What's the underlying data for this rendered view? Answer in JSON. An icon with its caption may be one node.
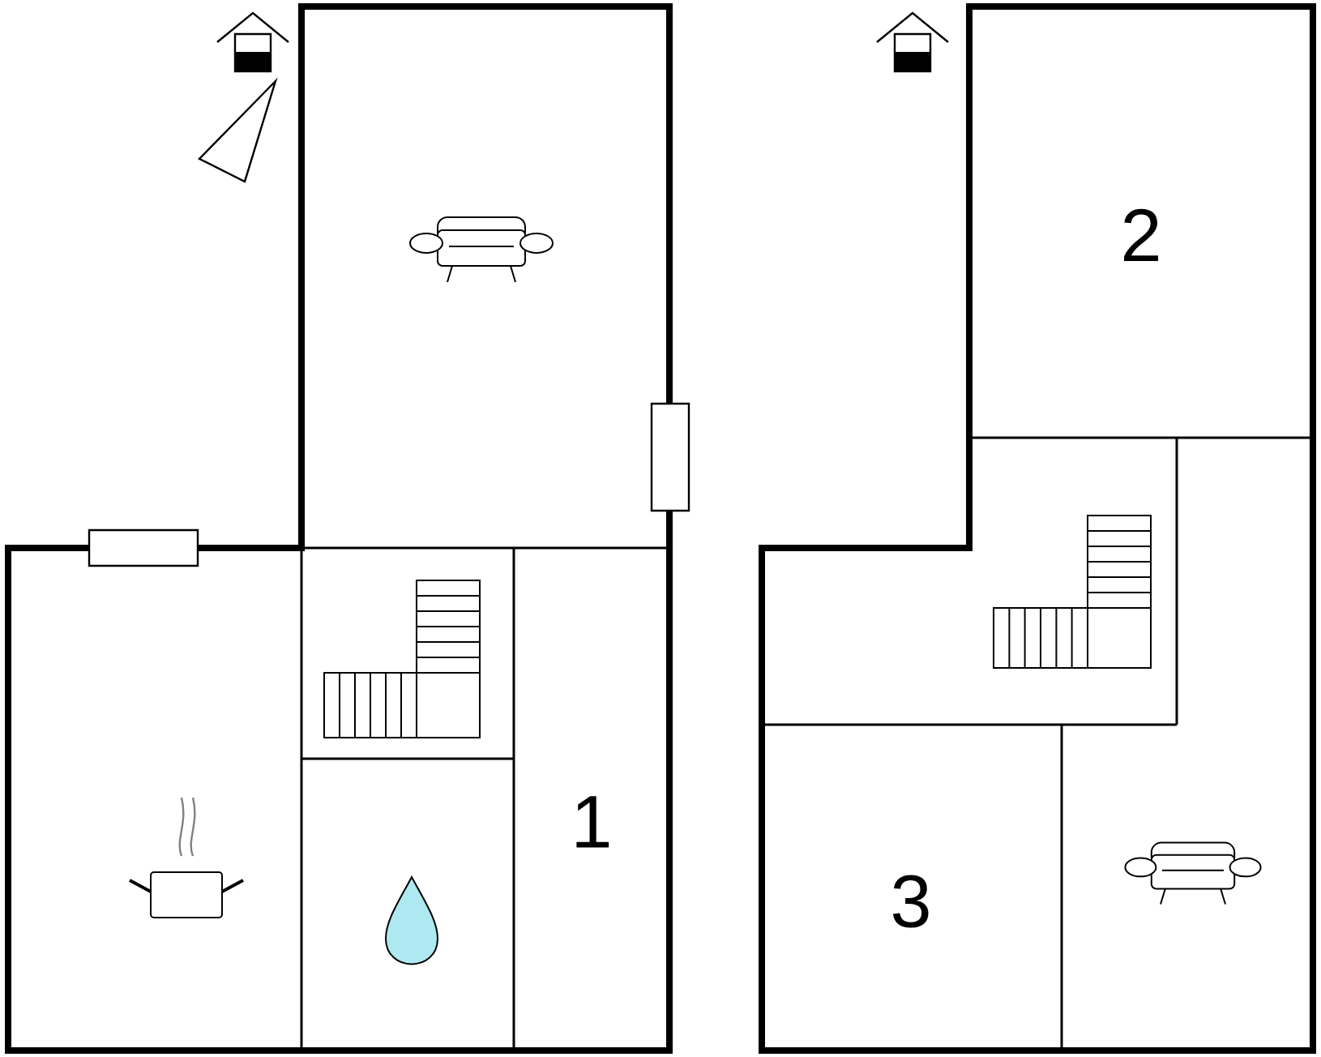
{
  "diagram": {
    "labels": [
      "2",
      "1",
      "3"
    ]
  }
}
